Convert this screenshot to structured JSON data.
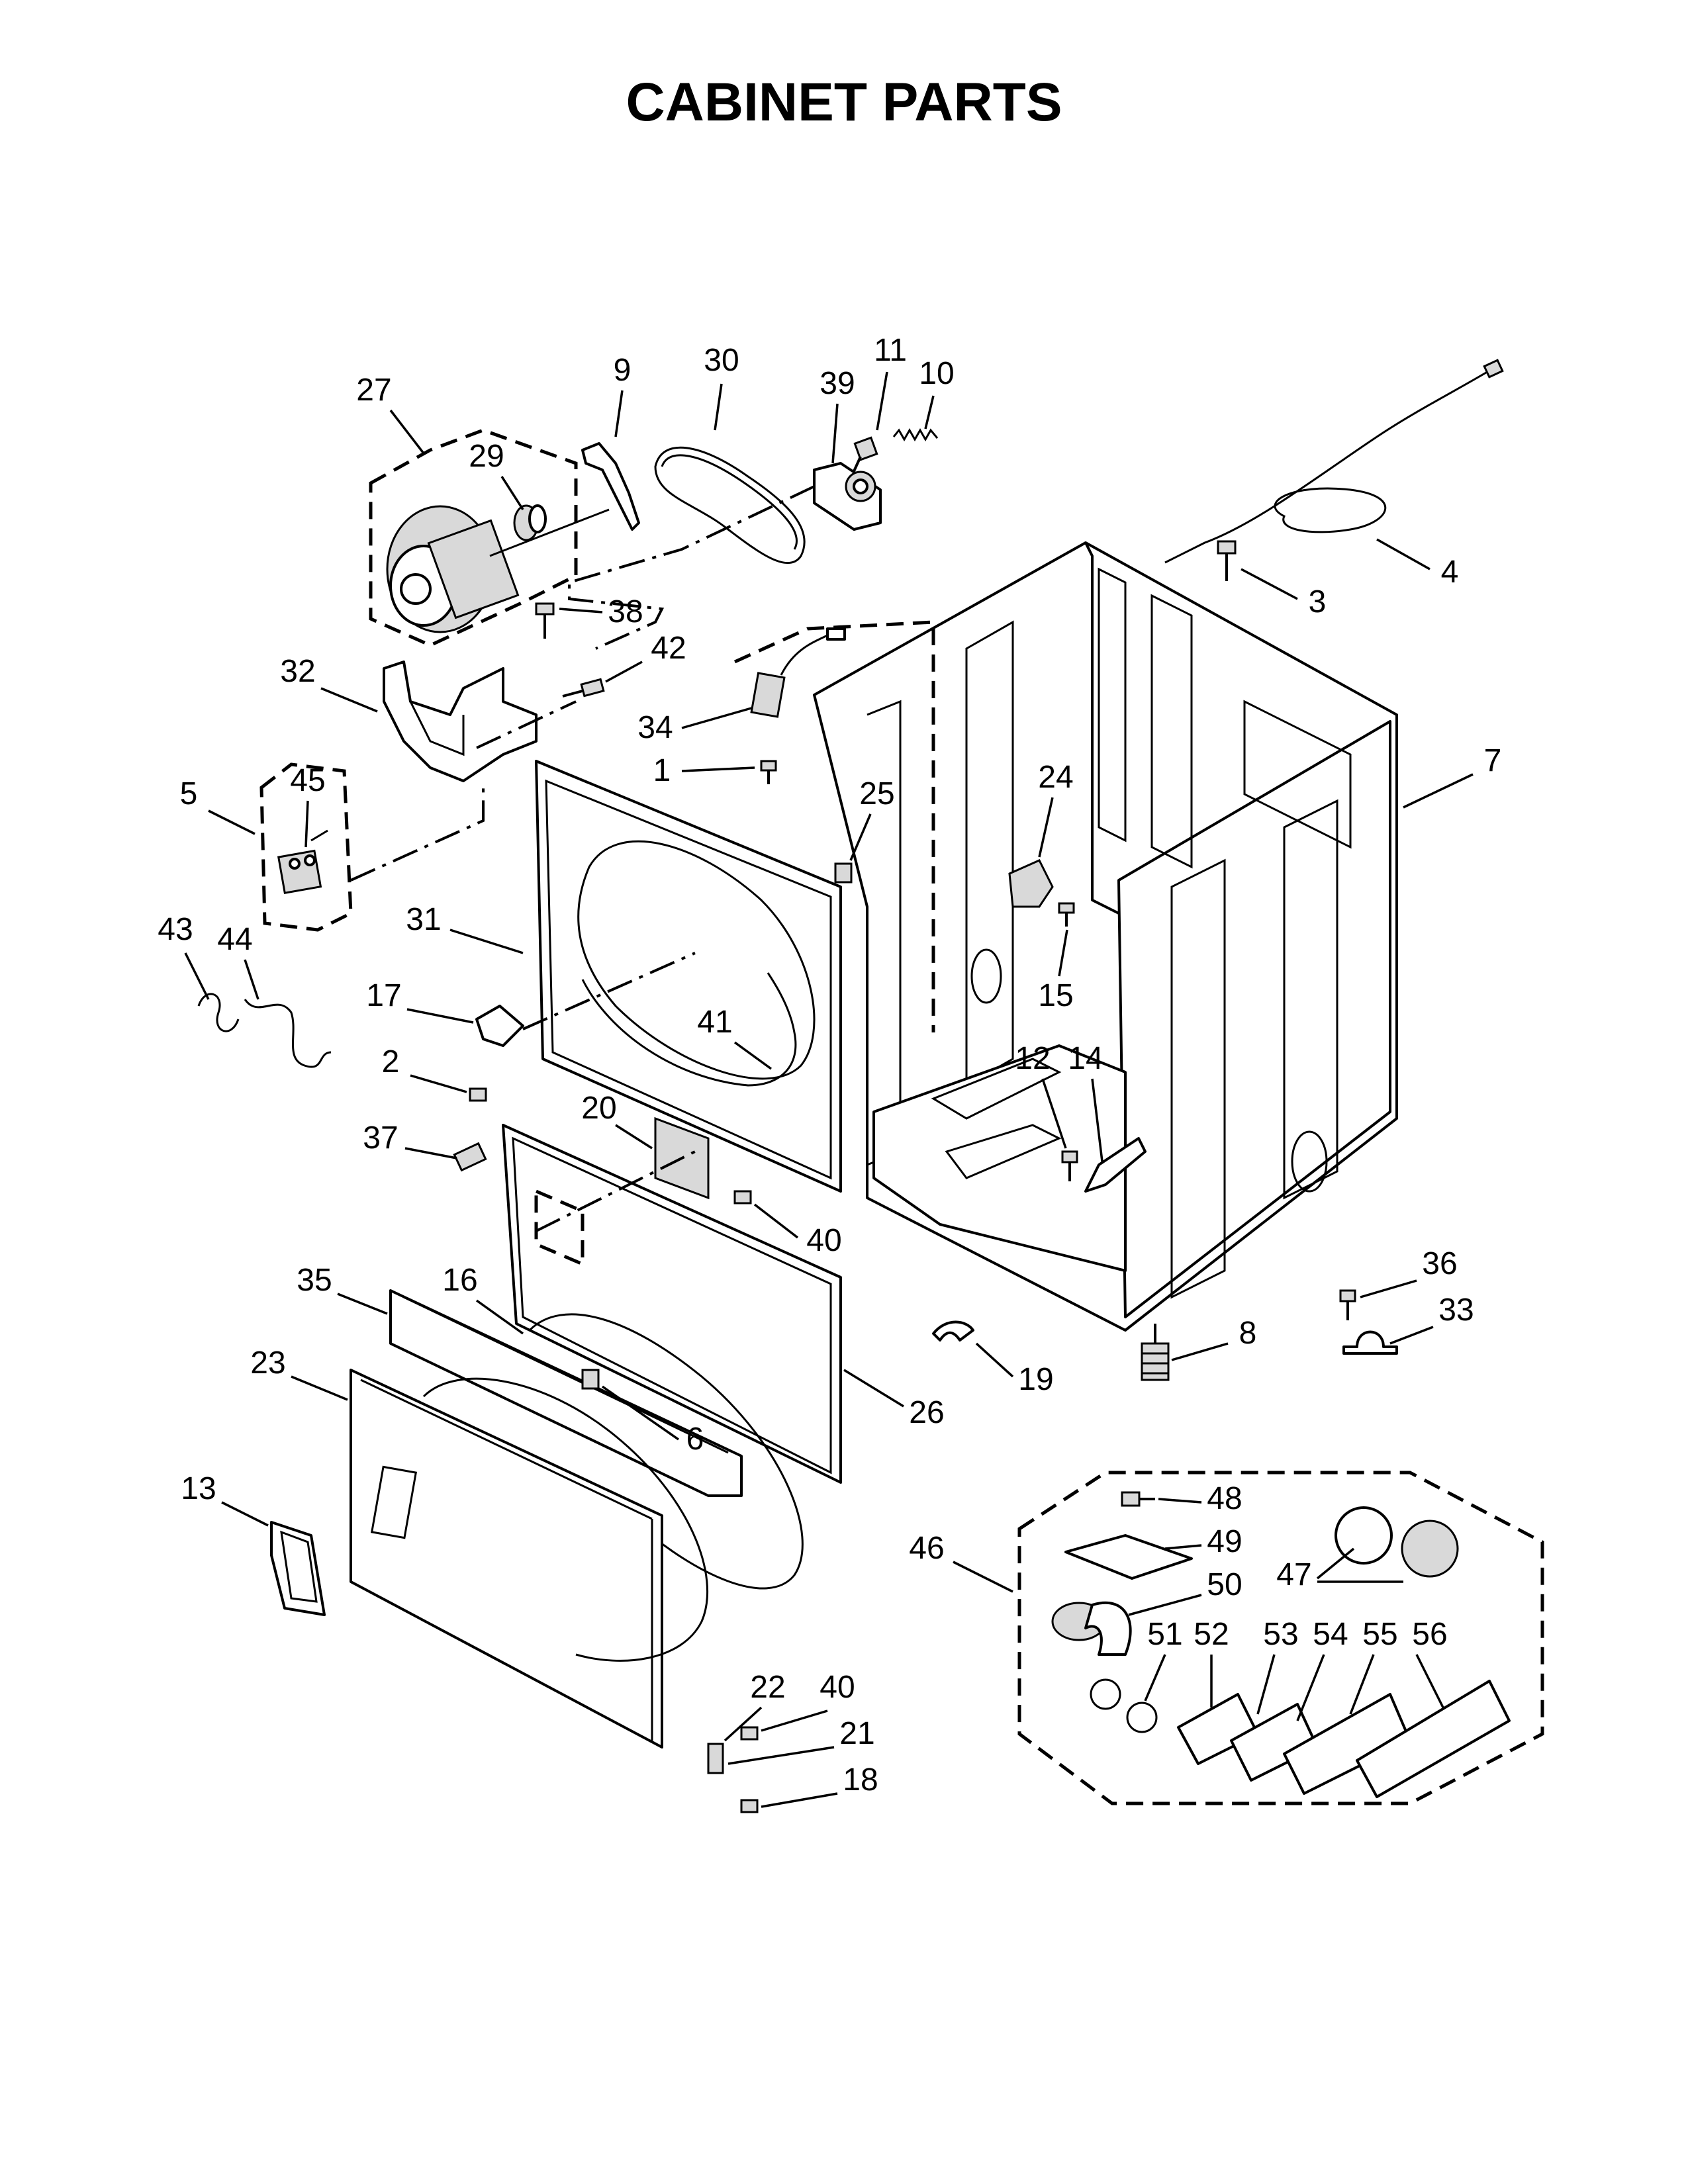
{
  "title": "CABINET PARTS",
  "colors": {
    "ink": "#000000",
    "background": "#ffffff",
    "shade": "#d9d9d9"
  },
  "callouts": {
    "c1": "1",
    "c2": "2",
    "c3": "3",
    "c4": "4",
    "c5": "5",
    "c6": "6",
    "c7": "7",
    "c8": "8",
    "c9": "9",
    "c10": "10",
    "c11": "11",
    "c12": "12",
    "c13": "13",
    "c14": "14",
    "c15": "15",
    "c16": "16",
    "c17": "17",
    "c18": "18",
    "c19": "19",
    "c20": "20",
    "c21": "21",
    "c22": "22",
    "c23": "23",
    "c24": "24",
    "c25": "25",
    "c26": "26",
    "c27": "27",
    "c29": "29",
    "c30": "30",
    "c31": "31",
    "c32": "32",
    "c33": "33",
    "c34": "34",
    "c35": "35",
    "c36": "36",
    "c37": "37",
    "c38": "38",
    "c39": "39",
    "c40a": "40",
    "c40b": "40",
    "c41": "41",
    "c42": "42",
    "c43": "43",
    "c44": "44",
    "c45": "45",
    "c46": "46",
    "c47": "47",
    "c48": "48",
    "c49": "49",
    "c50": "50",
    "c51": "51",
    "c52": "52",
    "c53": "53",
    "c54": "54",
    "c55": "55",
    "c56": "56"
  }
}
